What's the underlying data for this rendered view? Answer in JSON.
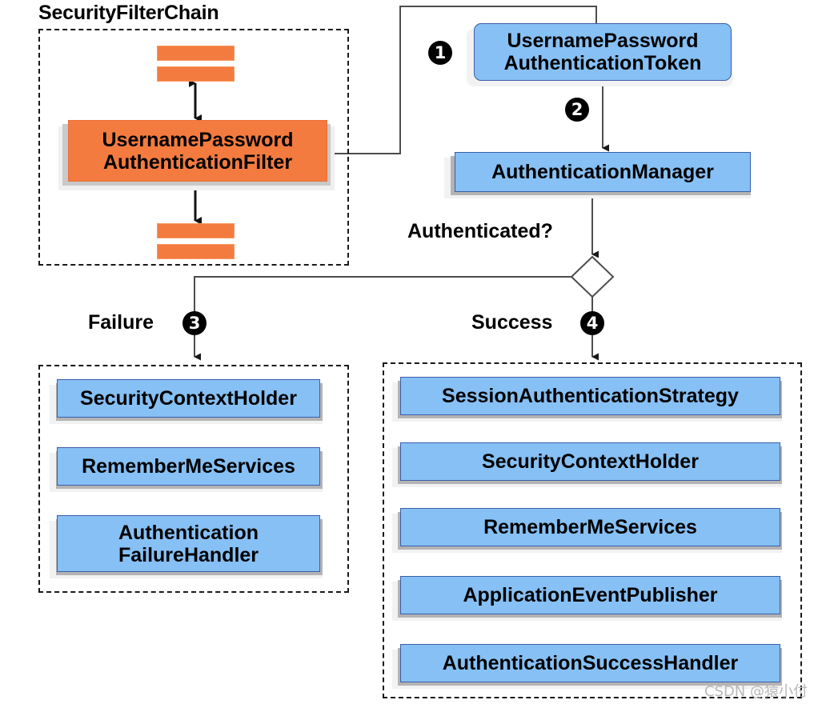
{
  "diagram": {
    "title": "SecurityFilterChain",
    "watermark": "CSDN @猿小付",
    "colors": {
      "orange": "#F47B3F",
      "blue": "#86C0F5",
      "blue_border": "#3B5EA8",
      "line": "#4d4d4d",
      "badge": "#000000"
    }
  },
  "filter_chain": {
    "label": "SecurityFilterChain",
    "top_bars": [
      "filter-bar",
      "filter-bar"
    ],
    "bottom_bars": [
      "filter-bar",
      "filter-bar"
    ],
    "filter_box": {
      "line1": "UsernamePassword",
      "line2": "AuthenticationFilter"
    }
  },
  "flow": {
    "token_box": {
      "line1": "UsernamePassword",
      "line2": "AuthenticationToken"
    },
    "manager_box": {
      "label": "AuthenticationManager"
    },
    "decision_label": "Authenticated?",
    "badges": {
      "one": "1",
      "two": "2",
      "three": "3",
      "four": "4"
    },
    "failure_label": "Failure",
    "success_label": "Success"
  },
  "failure_branch": {
    "items": [
      {
        "label": "SecurityContextHolder"
      },
      {
        "label": "RememberMeServices"
      },
      {
        "line1": "Authentication",
        "line2": "FailureHandler"
      }
    ]
  },
  "success_branch": {
    "items": [
      {
        "label": "SessionAuthenticationStrategy"
      },
      {
        "label": "SecurityContextHolder"
      },
      {
        "label": "RememberMeServices"
      },
      {
        "label": "ApplicationEventPublisher"
      },
      {
        "label": "AuthenticationSuccessHandler"
      }
    ]
  }
}
